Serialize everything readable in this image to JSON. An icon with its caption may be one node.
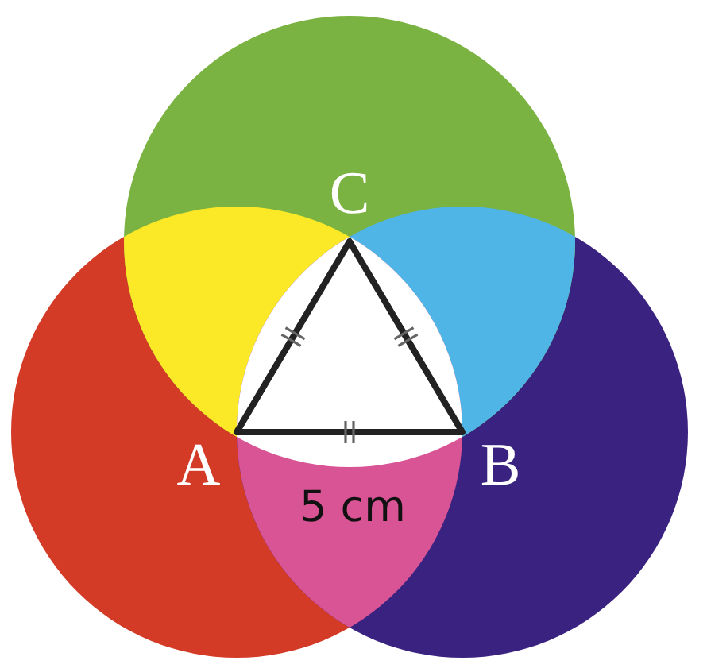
{
  "diagram": {
    "labels": [
      "C",
      "A",
      "B",
      "5 cm"
    ]
  }
}
